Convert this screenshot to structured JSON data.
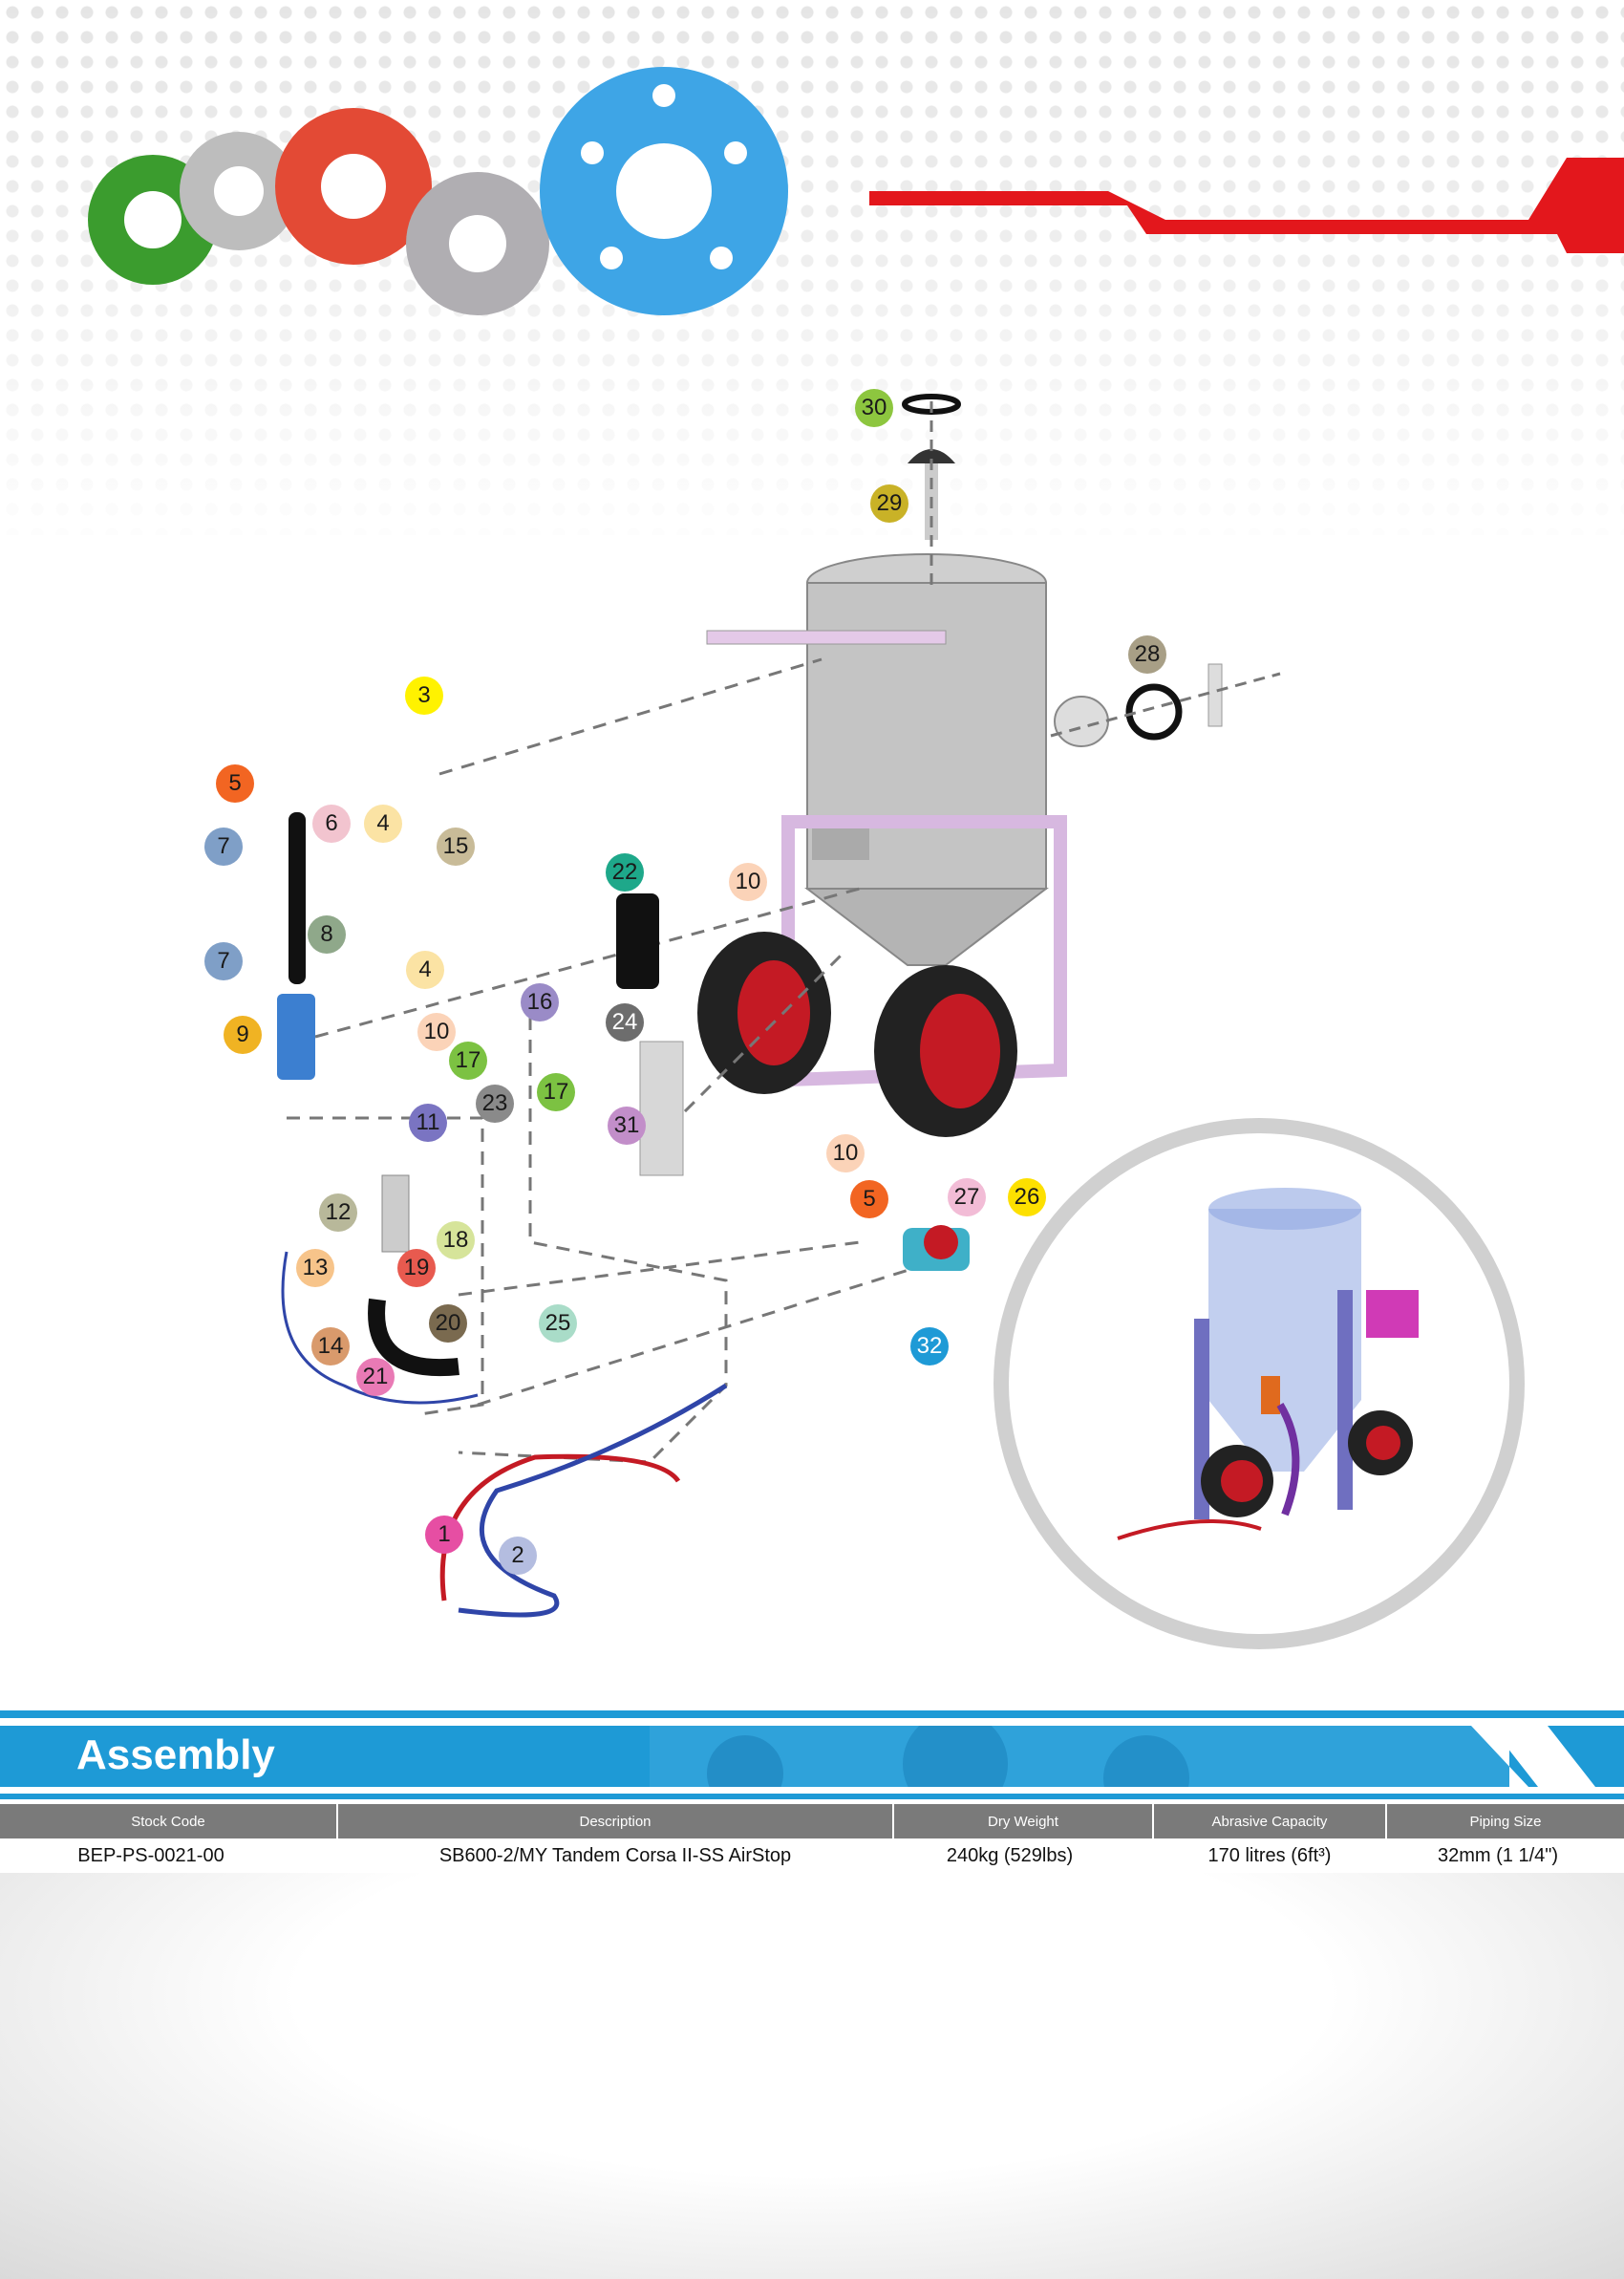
{
  "badges": [
    {
      "label": "30",
      "color": "#8dc63f"
    },
    {
      "label": "29",
      "color": "#c9b227"
    },
    {
      "label": "28",
      "color": "#a89f86"
    },
    {
      "label": "3",
      "color": "#fff200"
    },
    {
      "label": "5",
      "color": "#f26522"
    },
    {
      "label": "6",
      "color": "#f2c4cf"
    },
    {
      "label": "4",
      "color": "#fbe3a4"
    },
    {
      "label": "7",
      "color": "#7f9fc7"
    },
    {
      "label": "15",
      "color": "#c8bb98"
    },
    {
      "label": "22",
      "color": "#1ea88a"
    },
    {
      "label": "10",
      "color": "#fbd3b8"
    },
    {
      "label": "8",
      "color": "#8fa88a"
    },
    {
      "label": "7",
      "color": "#7f9fc7"
    },
    {
      "label": "4",
      "color": "#fbe3a4"
    },
    {
      "label": "9",
      "color": "#f0b323"
    },
    {
      "label": "16",
      "color": "#9a8bc7"
    },
    {
      "label": "24",
      "color": "#6d6d6d"
    },
    {
      "label": "10",
      "color": "#fbd3b8"
    },
    {
      "label": "17",
      "color": "#7cc242"
    },
    {
      "label": "17",
      "color": "#7cc242"
    },
    {
      "label": "23",
      "color": "#8a8a8a"
    },
    {
      "label": "11",
      "color": "#7a74c2"
    },
    {
      "label": "31",
      "color": "#c28ec9"
    },
    {
      "label": "10",
      "color": "#fbd3b8"
    },
    {
      "label": "12",
      "color": "#b8b89a"
    },
    {
      "label": "5",
      "color": "#f26522"
    },
    {
      "label": "27",
      "color": "#f2bcd6"
    },
    {
      "label": "26",
      "color": "#fde000"
    },
    {
      "label": "18",
      "color": "#d6e49a"
    },
    {
      "label": "13",
      "color": "#f7c48a"
    },
    {
      "label": "19",
      "color": "#e85a4f"
    },
    {
      "label": "20",
      "color": "#7a6a4f"
    },
    {
      "label": "25",
      "color": "#a9dcc8"
    },
    {
      "label": "14",
      "color": "#d99a6c"
    },
    {
      "label": "21",
      "color": "#e97ab5"
    },
    {
      "label": "32",
      "color": "#1e9ad6"
    },
    {
      "label": "1",
      "color": "#e64ea3"
    },
    {
      "label": "2",
      "color": "#b4bde0"
    }
  ],
  "section": {
    "title": "Assembly"
  },
  "table": {
    "headers": [
      "Stock Code",
      "Description",
      "Dry Weight",
      "Abrasive Capacity",
      "Piping Size"
    ],
    "row": [
      "BEP-PS-0021-00",
      "SB600-2/MY Tandem Corsa II-SS AirStop",
      "240kg (529lbs)",
      "170 litres (6ft³)",
      "32mm (1 1/4\")"
    ]
  },
  "colors": {
    "accent_blue": "#1e9ad6",
    "accent_red": "#e3171c",
    "table_header": "#7a7a7a"
  }
}
